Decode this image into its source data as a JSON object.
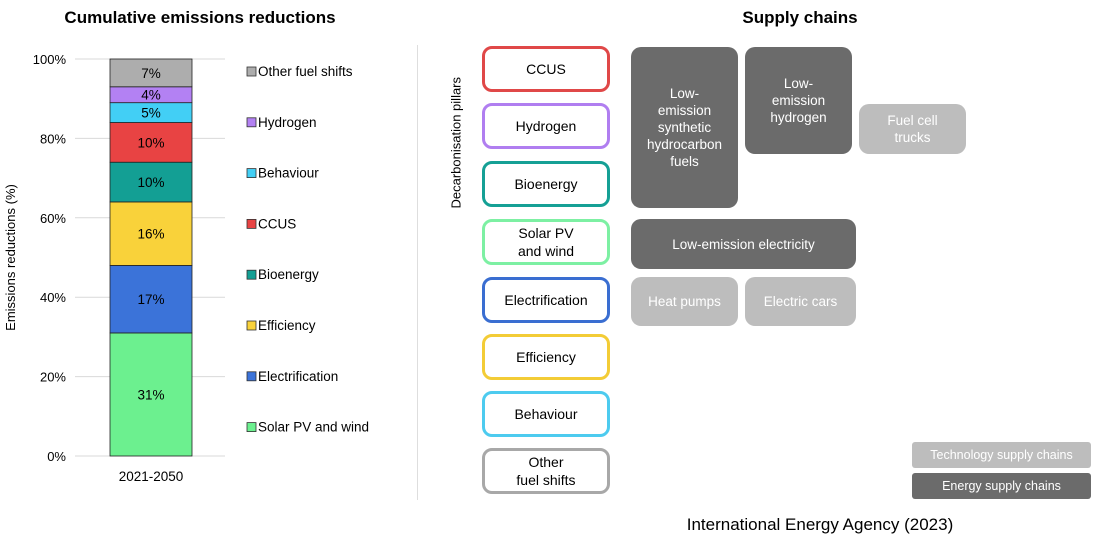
{
  "left_title": "Cumulative emissions reductions",
  "right_title": "Supply chains",
  "chart_data": {
    "type": "bar",
    "stacked": true,
    "categories": [
      "2021-2050"
    ],
    "series": [
      {
        "name": "Solar PV and wind",
        "values": [
          31
        ],
        "label": "31%",
        "color": "#6cf08f"
      },
      {
        "name": "Electrification",
        "values": [
          17
        ],
        "label": "17%",
        "color": "#3b73d9"
      },
      {
        "name": "Efficiency",
        "values": [
          16
        ],
        "label": "16%",
        "color": "#f9d23a"
      },
      {
        "name": "Bioenergy",
        "values": [
          10
        ],
        "label": "10%",
        "color": "#139f94"
      },
      {
        "name": "CCUS",
        "values": [
          10
        ],
        "label": "10%",
        "color": "#e84343"
      },
      {
        "name": "Behaviour",
        "values": [
          5
        ],
        "label": "5%",
        "color": "#42cff5"
      },
      {
        "name": "Hydrogen",
        "values": [
          4
        ],
        "label": "4%",
        "color": "#b381f3"
      },
      {
        "name": "Other fuel shifts",
        "values": [
          7
        ],
        "label": "7%",
        "color": "#adadad"
      }
    ],
    "ylabel": "Emissions reductions (%)",
    "ylim": [
      0,
      100
    ],
    "yticks": [
      0,
      20,
      40,
      60,
      80,
      100
    ],
    "ytick_labels": [
      "0%",
      "20%",
      "40%",
      "60%",
      "80%",
      "100%"
    ],
    "legend_position": "right",
    "grid": true
  },
  "pillars_axis_label": "Decarbonisation pillars",
  "pillars": [
    {
      "label": "CCUS",
      "color": "#e04848"
    },
    {
      "label": "Hydrogen",
      "color": "#b07ef0"
    },
    {
      "label": "Bioenergy",
      "color": "#15a095"
    },
    {
      "label": "Solar PV\nand wind",
      "color": "#7df0a3"
    },
    {
      "label": "Electrification",
      "color": "#3a6ed1"
    },
    {
      "label": "Efficiency",
      "color": "#f3cc36"
    },
    {
      "label": "Behaviour",
      "color": "#4dcbef"
    },
    {
      "label": "Other\nfuel shifts",
      "color": "#a8a8a8"
    }
  ],
  "supply_chains": {
    "synthetic_fuels": "Low-\nemission\nsynthetic\nhydrocarbon\nfuels",
    "hydrogen": "Low-\nemission\nhydrogen",
    "fuel_cell_trucks": "Fuel cell\ntrucks",
    "electricity": "Low-emission electricity",
    "heat_pumps": "Heat pumps",
    "electric_cars": "Electric cars"
  },
  "sc_legend": {
    "technology": "Technology supply chains",
    "energy": "Energy supply chains"
  },
  "colors": {
    "energy": "#6b6b6b",
    "technology": "#bdbdbd"
  },
  "source": "International Energy Agency (2023)"
}
